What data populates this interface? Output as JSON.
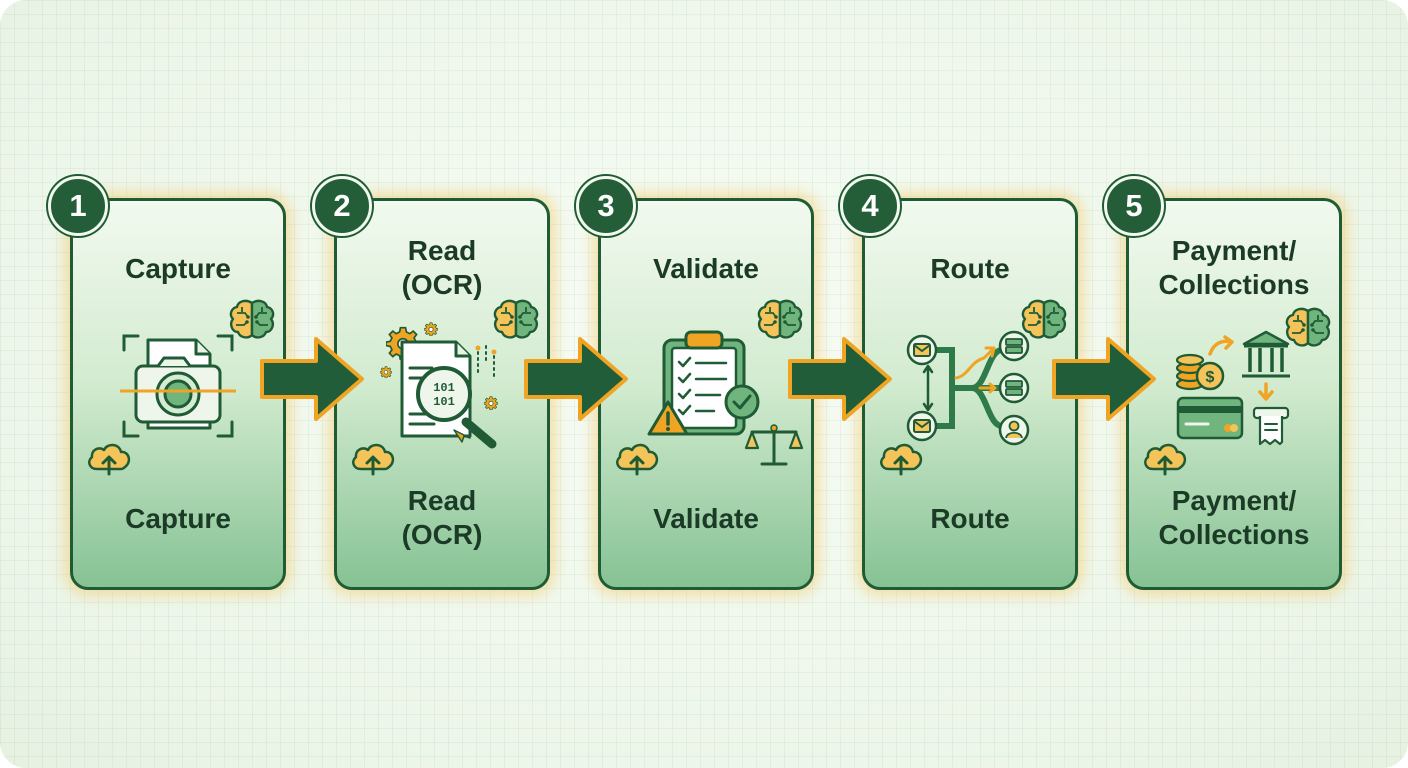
{
  "steps": [
    {
      "number": "1",
      "title": "Capture",
      "label": "Capture"
    },
    {
      "number": "2",
      "title": "Read\n(OCR)",
      "label": "Read\n(OCR)"
    },
    {
      "number": "3",
      "title": "Validate",
      "label": "Validate"
    },
    {
      "number": "4",
      "title": "Route",
      "label": "Route"
    },
    {
      "number": "5",
      "title": "Payment/\nCollections",
      "label": "Payment/\nCollections"
    }
  ],
  "icons": {
    "step1": [
      "camera-scan-icon",
      "brain-icon",
      "cloud-upload-icon"
    ],
    "step2": [
      "ocr-document-magnifier-icon",
      "gear-icon",
      "brain-icon",
      "cloud-upload-icon"
    ],
    "step3": [
      "clipboard-checklist-icon",
      "warning-icon",
      "scales-icon",
      "brain-icon",
      "cloud-upload-icon"
    ],
    "step4": [
      "routing-network-icon",
      "mail-icon",
      "server-icon",
      "user-icon",
      "brain-icon",
      "cloud-upload-icon"
    ],
    "step5": [
      "coins-icon",
      "bank-icon",
      "credit-card-icon",
      "receipt-icon",
      "brain-icon",
      "cloud-upload-icon"
    ]
  },
  "colors": {
    "dark_green": "#1f5b35",
    "accent_orange": "#f0a423",
    "card_top": "#f2f9ef",
    "card_bottom": "#86c294"
  }
}
